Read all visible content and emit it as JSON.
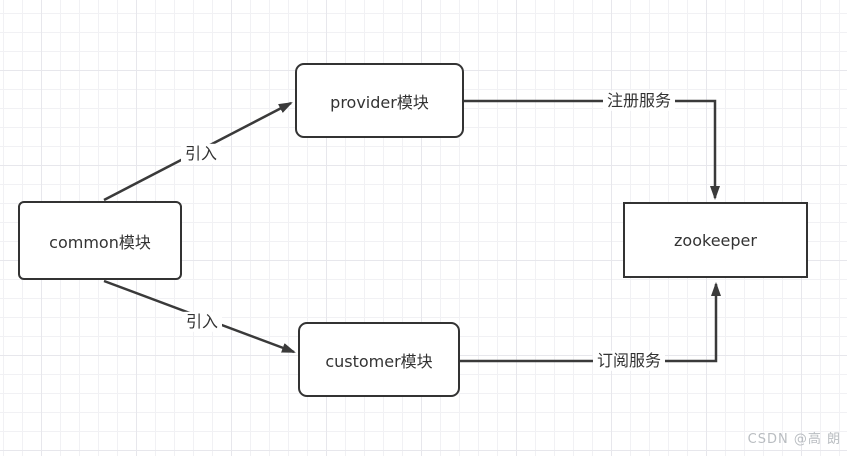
{
  "diagram": {
    "nodes": {
      "common": {
        "label": "common模块"
      },
      "provider": {
        "label": "provider模块"
      },
      "customer": {
        "label": "customer模块"
      },
      "zookeeper": {
        "label": "zookeeper"
      }
    },
    "edges": {
      "common_to_provider": {
        "label": "引入"
      },
      "common_to_customer": {
        "label": "引入"
      },
      "provider_to_zookeeper": {
        "label": "注册服务"
      },
      "customer_to_zookeeper": {
        "label": "订阅服务"
      }
    },
    "colors": {
      "line": "#3a3a3a",
      "node_border": "#333333",
      "node_fill": "#ffffff",
      "text": "#333333",
      "grid_minor": "#f1f1f4",
      "grid_major": "#e7e7ec",
      "watermark": "#b9bdc1"
    }
  },
  "watermark": {
    "text": "CSDN @高 朗"
  }
}
